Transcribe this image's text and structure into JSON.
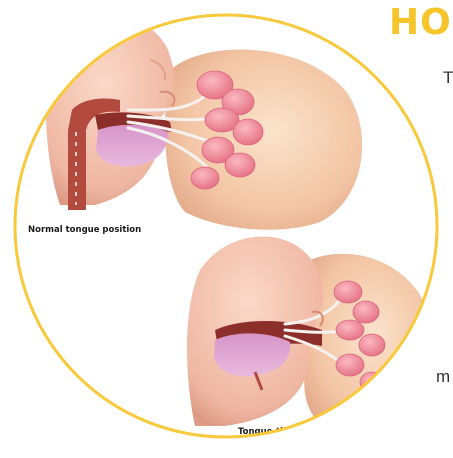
{
  "heading": {
    "text": "HO",
    "color": "#f6c52b"
  },
  "side_text": [
    "T",
    "m"
  ],
  "illustration": {
    "ring_color": "#f8c93a",
    "captions": {
      "normal": "Normal tongue position",
      "tie": "Tongue-tie"
    }
  }
}
